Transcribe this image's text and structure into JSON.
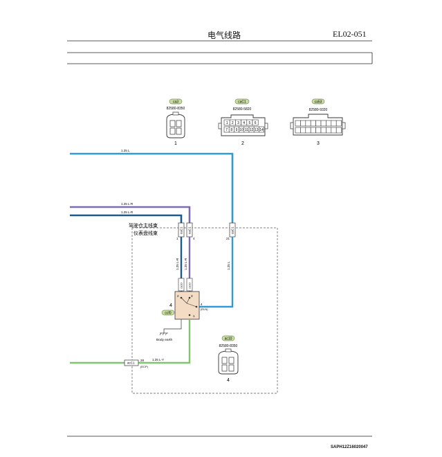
{
  "header": {
    "title": "电气线路",
    "code": "EL02-051"
  },
  "footer": {
    "code": "SAPH12Z16020047"
  },
  "connectors": [
    {
      "tag": "ca3",
      "part": "82580-8350",
      "num": "1"
    },
    {
      "tag": "caC1",
      "part": "82580-5820",
      "num": "2",
      "pins_top": [
        "1",
        "2",
        "3",
        "4",
        "5",
        "6"
      ],
      "pins_bottom": [
        "7",
        "8",
        "9",
        "10",
        "11",
        "12",
        "13",
        "14"
      ]
    },
    {
      "tag": "ca53",
      "part": "82580-9320",
      "num": "3"
    },
    {
      "tag": "ac10",
      "part": "82580-8350",
      "num": "4"
    }
  ],
  "wires": {
    "top_blue": "1.25 L",
    "purple": "1.25 L-R",
    "mid_blue": "1.25 L-R",
    "green": "1.25 L-Y",
    "v_left": "1.25 L-R",
    "v_mid": "1.25 L-R",
    "v_right": "1.25 L"
  },
  "harness": {
    "main": "驾驶仓主线束",
    "panel": "仪表盘线束"
  },
  "inline_connectors": {
    "a": "caC1",
    "b": "caC1",
    "c": "caC1",
    "green": "acC1"
  },
  "inline_pins": {
    "a": "1",
    "b": "4",
    "c": "21",
    "green": "28",
    "green_sub": "(ECP)"
  },
  "component": {
    "num": "4",
    "tag": "ccf0",
    "pin2": "2",
    "pin3": "3",
    "pin4": "4",
    "pin1": "1",
    "term": "(ELN)"
  },
  "drops": {
    "left": "ca10",
    "right": "ca10"
  },
  "ground": {
    "label": "Body earth"
  },
  "colors": {
    "blue": "#2f9bd6",
    "purple": "#7e6bb0",
    "green": "#7fc56b",
    "navy": "#1d5a8c",
    "tag": "#c8dca0",
    "box": "#f4dcc4"
  }
}
